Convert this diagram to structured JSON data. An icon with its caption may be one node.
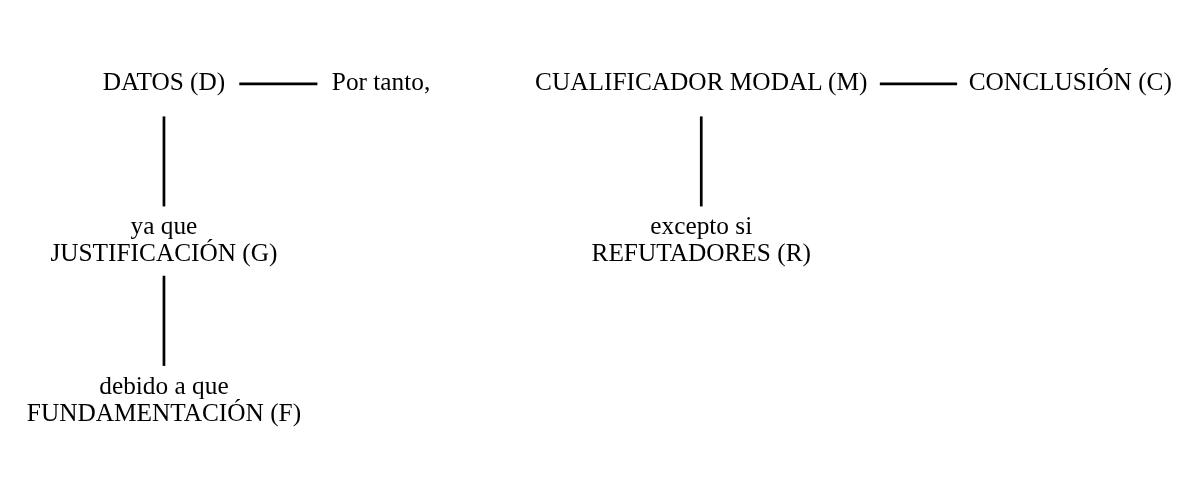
{
  "diagram": {
    "nodes": [
      {
        "text": [
          "DATOS (D)"
        ]
      },
      {
        "text": [
          "Por tanto,"
        ]
      },
      {
        "text": [
          "CUALIFICADOR MODAL (M)"
        ]
      },
      {
        "text": [
          "CONCLUSIÓN (C)"
        ]
      },
      {
        "text": [
          "ya que",
          "JUSTIFICACIÓN (G)"
        ]
      },
      {
        "text": [
          "excepto si",
          "REFUTADORES (R)"
        ]
      },
      {
        "text": [
          "debido a que",
          "FUNDAMENTACIÓN (F)"
        ]
      }
    ],
    "edges": [
      {
        "from": 0,
        "to": 1,
        "arrow": "none"
      },
      {
        "from": 0,
        "to": 4,
        "arrow": "none"
      },
      {
        "from": 2,
        "to": 3,
        "arrow": "none"
      },
      {
        "from": 2,
        "to": 5,
        "arrow": "none"
      },
      {
        "from": 4,
        "to": 6,
        "arrow": "none"
      }
    ]
  }
}
